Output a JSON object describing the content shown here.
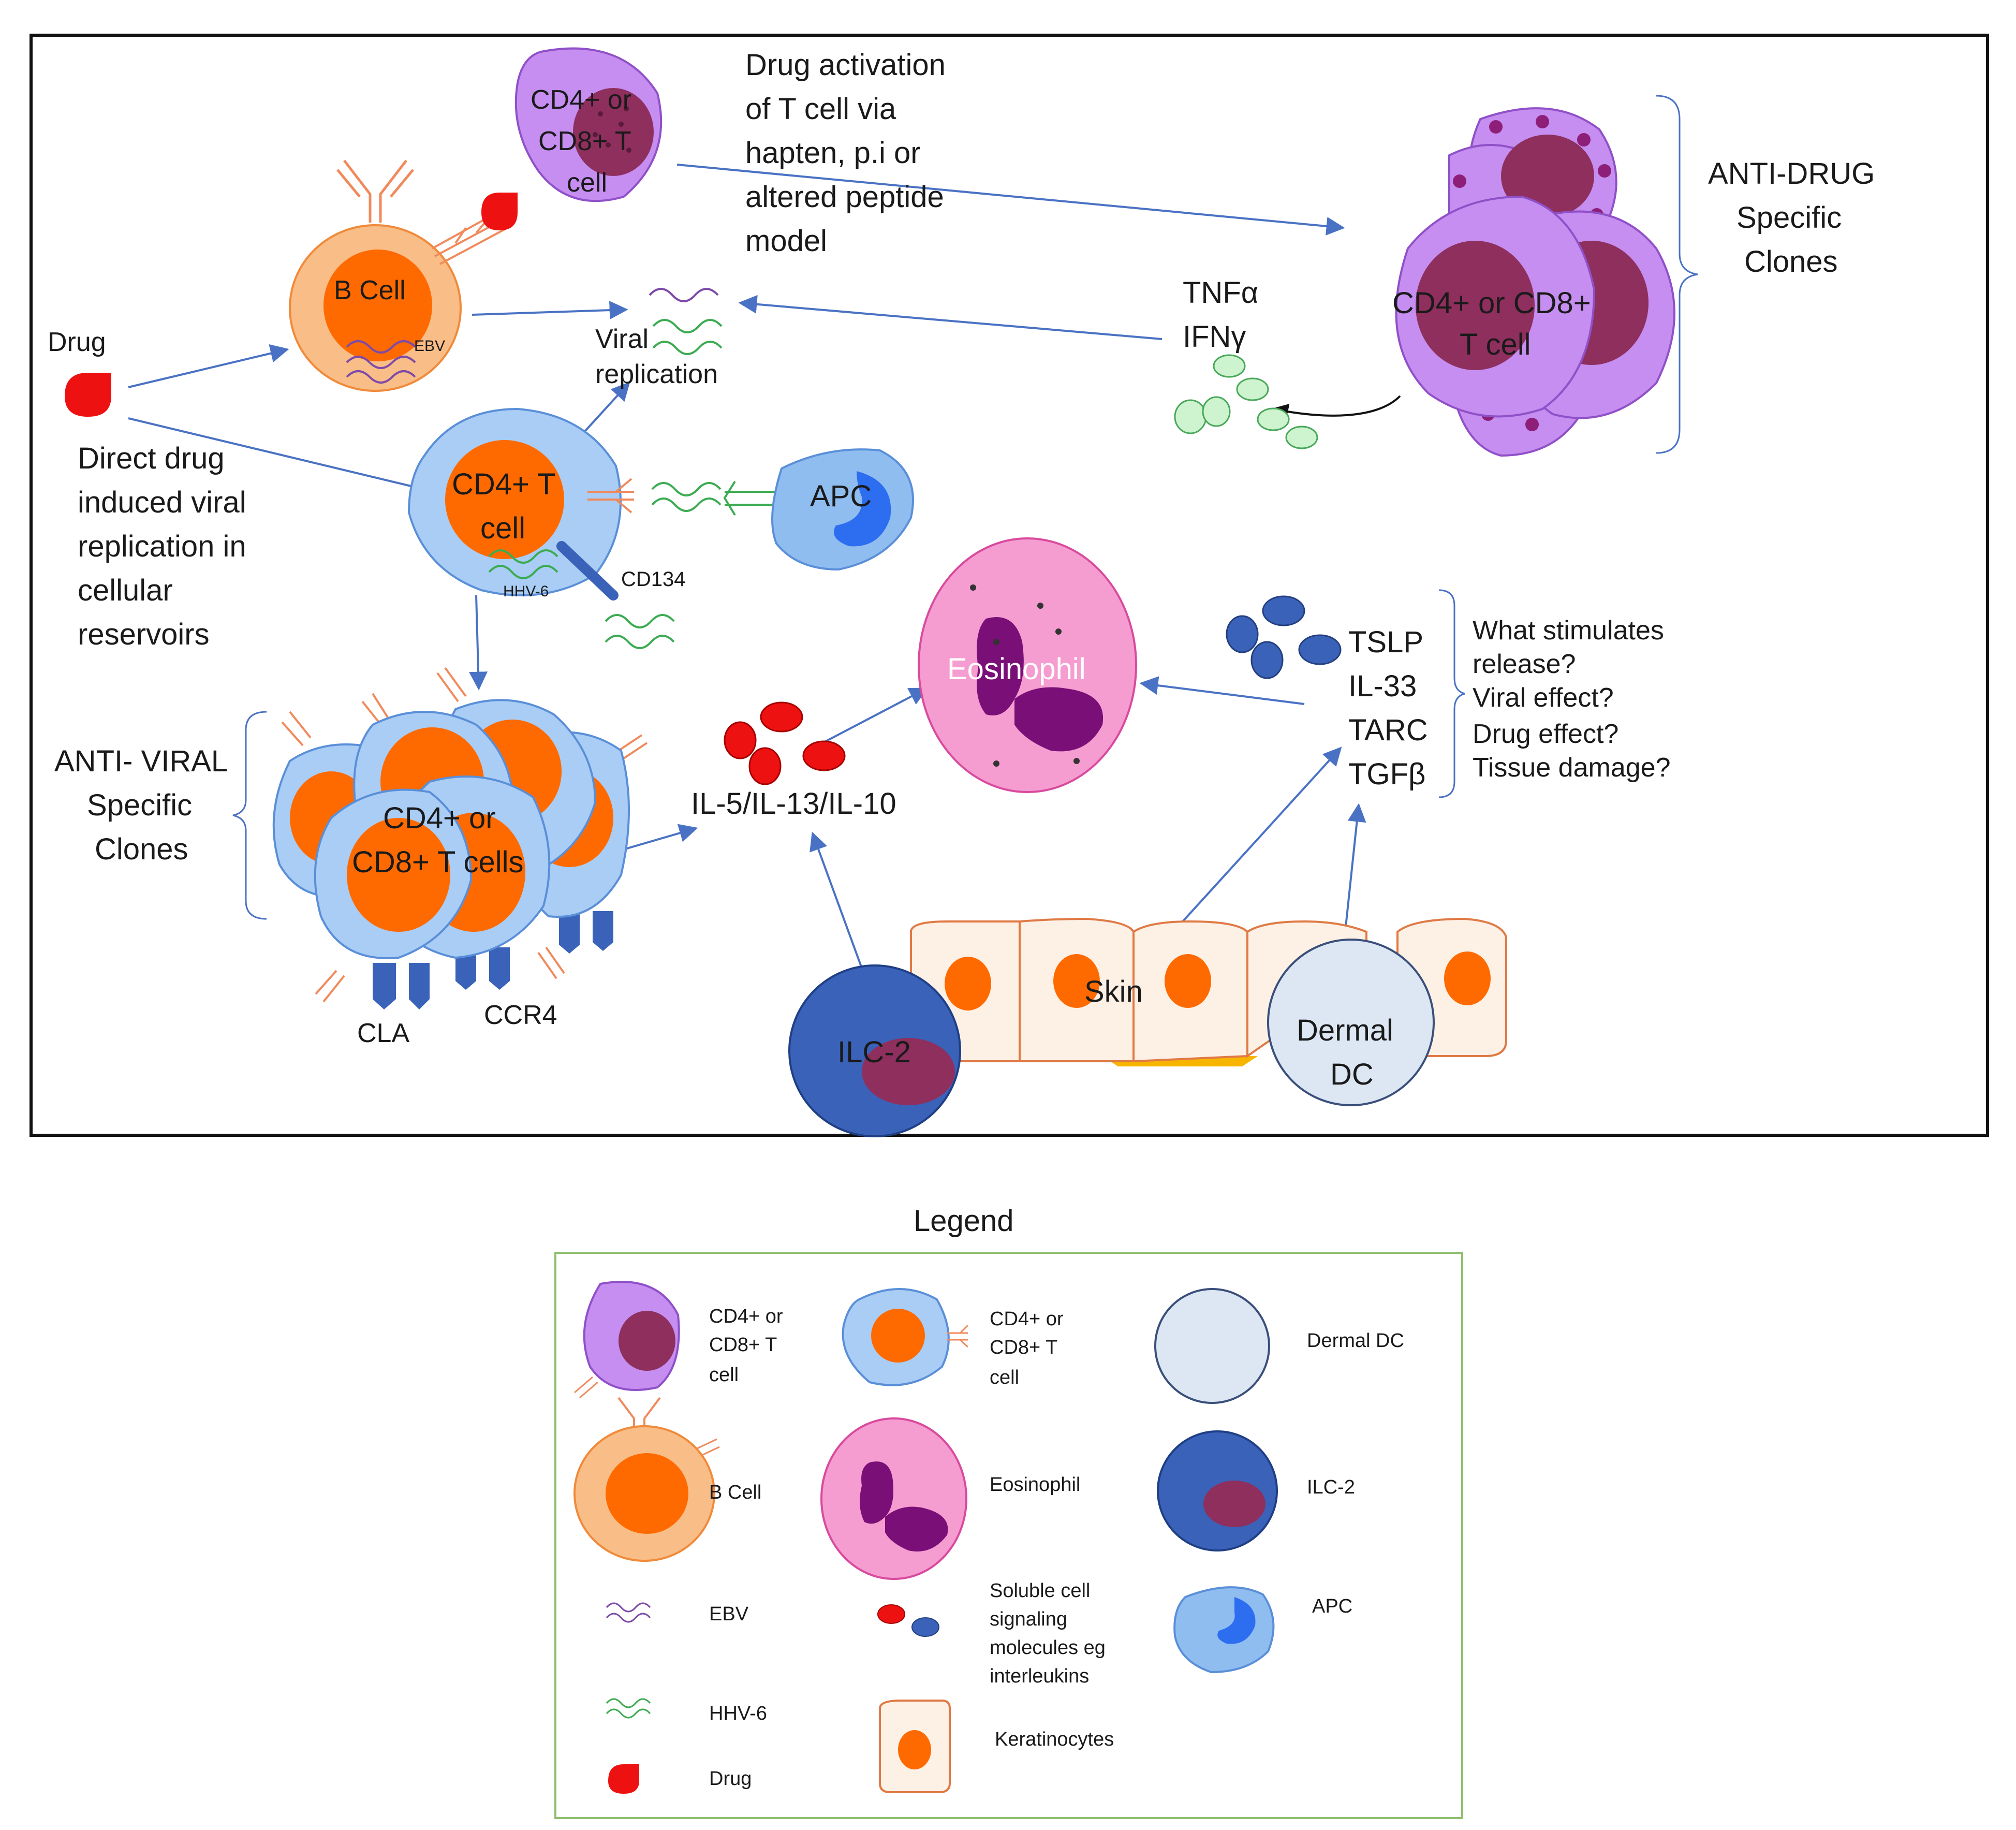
{
  "labels": {
    "drug": "Drug",
    "direct_drug": [
      "Direct drug",
      "induced viral",
      "replication in",
      "cellular",
      "reservoirs"
    ],
    "b_cell": "B Cell",
    "ebv_small": "EBV",
    "top_tcell": [
      "CD4+ or",
      "CD8+ T",
      "cell"
    ],
    "drug_activation": [
      "Drug activation",
      "of T cell via",
      "hapten, p.i or",
      "altered peptide",
      "model"
    ],
    "viral_replication": [
      "Viral",
      "replication"
    ],
    "tnf": "TNFα",
    "ifn": "IFNγ",
    "anti_drug": [
      "ANTI-DRUG",
      "Specific",
      "Clones"
    ],
    "anti_drug_cells": [
      "CD4+ or CD8+",
      "T cell"
    ],
    "cd4_center": [
      "CD4+ T",
      "cell"
    ],
    "hhv6_small": "HHV-6",
    "cd134": "CD134",
    "apc": "APC",
    "eosinophil": "Eosinophil",
    "cytokines": [
      "TSLP",
      "IL-33",
      "TARC",
      "TGFβ"
    ],
    "questions": [
      "What stimulates",
      "release?",
      "Viral effect?",
      "Drug effect?",
      "Tissue damage?"
    ],
    "anti_viral": [
      "ANTI- VIRAL",
      "Specific",
      "Clones"
    ],
    "anti_viral_cells": [
      "CD4+ or",
      "CD8+ T cells"
    ],
    "il_label": "IL-5/IL-13/IL-10",
    "cla": "CLA",
    "ccr4": "CCR4",
    "skin": "Skin",
    "ilc2": "ILC-2",
    "dermal_dc": [
      "Dermal",
      "DC"
    ]
  },
  "legend": {
    "title": "Legend",
    "items": [
      {
        "key": "cd8_purple",
        "text": [
          "CD4+ or",
          "CD8+ T",
          "cell"
        ]
      },
      {
        "key": "cd4_blue",
        "text": [
          "CD4+ or",
          "CD8+ T",
          "cell"
        ]
      },
      {
        "key": "dermal_dc",
        "text": [
          "Dermal DC"
        ]
      },
      {
        "key": "b_cell",
        "text": [
          "B Cell"
        ]
      },
      {
        "key": "eosinophil",
        "text": [
          "Eosinophil"
        ]
      },
      {
        "key": "ilc2",
        "text": [
          "ILC-2"
        ]
      },
      {
        "key": "ebv",
        "text": [
          "EBV"
        ]
      },
      {
        "key": "soluble",
        "text": [
          "Soluble cell",
          "signaling",
          "molecules eg",
          "interleukins"
        ]
      },
      {
        "key": "apc",
        "text": [
          "APC"
        ]
      },
      {
        "key": "hhv6",
        "text": [
          "HHV-6"
        ]
      },
      {
        "key": "keratinocytes",
        "text": [
          "Keratinocytes"
        ]
      },
      {
        "key": "drug",
        "text": [
          "Drug"
        ]
      }
    ]
  },
  "colors": {
    "purple_cell": "#c58ef0",
    "purple_nucleus": "#8e2f5e",
    "blue_cell": "#a9cdf5",
    "orange_nucleus": "#ff6a00",
    "b_cell": "#f9bd87",
    "eosinophil": "#f59dd0",
    "eos_nucleus": "#7a0f78",
    "dark_blue": "#3a62b8",
    "apc": "#8fbdf0",
    "apc_nucleus": "#2d6df0",
    "drug_red": "#ee1111",
    "ebv": "#7d4aa8",
    "hhv6": "#3cab52",
    "arrow": "#4a72c4",
    "skin_cell": "#fdf1e6",
    "dermal_dc": "#dde7f4",
    "green_dot": "#cdf3cf",
    "legend_border": "#8fbf6f"
  }
}
